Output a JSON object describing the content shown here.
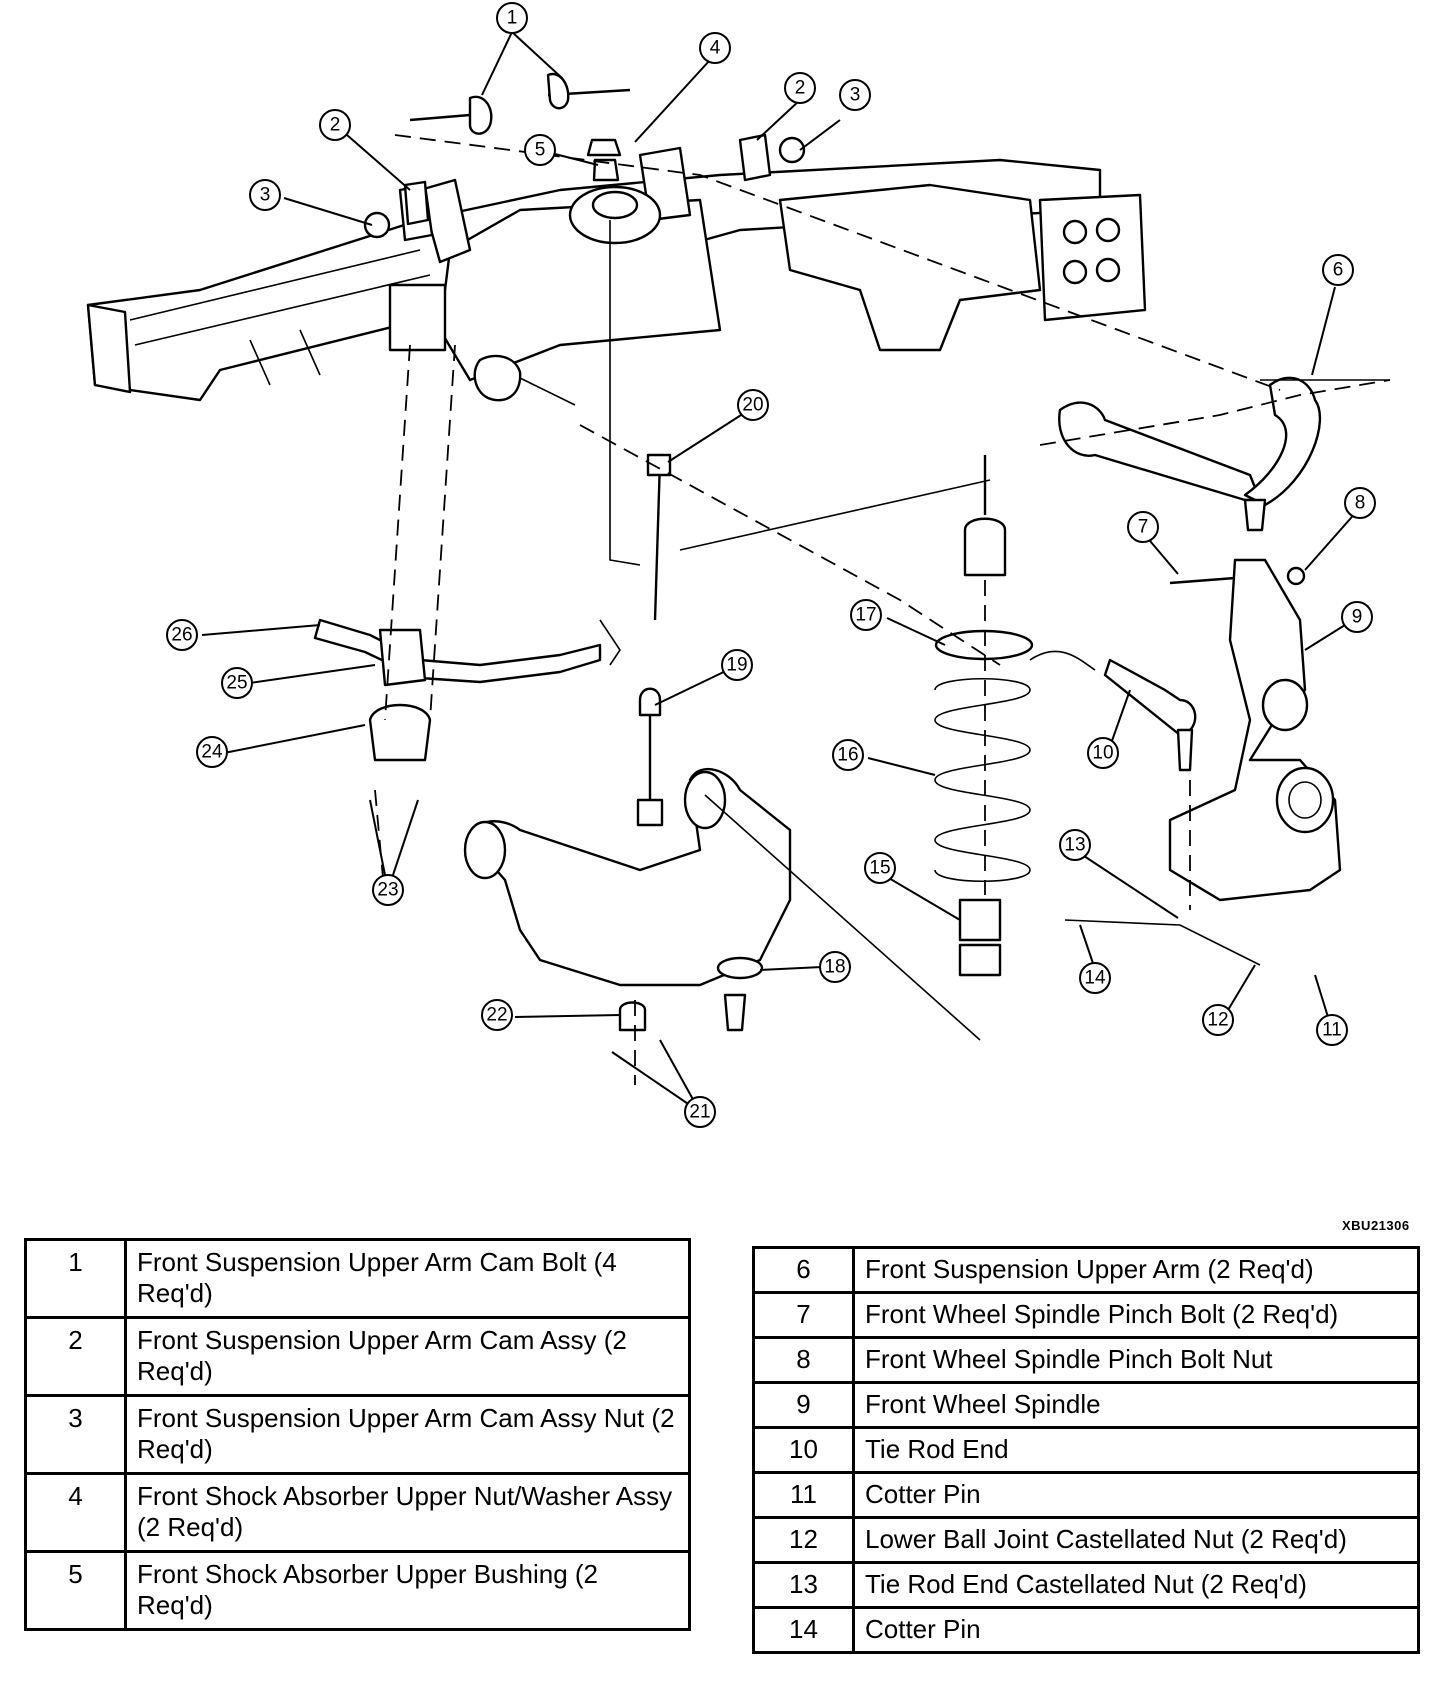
{
  "figure_code": "XBU21306",
  "callouts": [
    {
      "id": "1",
      "label": "1"
    },
    {
      "id": "2",
      "label": "2"
    },
    {
      "id": "3",
      "label": "3"
    },
    {
      "id": "4",
      "label": "4"
    },
    {
      "id": "5",
      "label": "5"
    },
    {
      "id": "6",
      "label": "6"
    },
    {
      "id": "7",
      "label": "7"
    },
    {
      "id": "8",
      "label": "8"
    },
    {
      "id": "9",
      "label": "9"
    },
    {
      "id": "10",
      "label": "10"
    },
    {
      "id": "11",
      "label": "11"
    },
    {
      "id": "12",
      "label": "12"
    },
    {
      "id": "13",
      "label": "13"
    },
    {
      "id": "14",
      "label": "14"
    },
    {
      "id": "15",
      "label": "15"
    },
    {
      "id": "16",
      "label": "16"
    },
    {
      "id": "17",
      "label": "17"
    },
    {
      "id": "18",
      "label": "18"
    },
    {
      "id": "19",
      "label": "19"
    },
    {
      "id": "20",
      "label": "20"
    },
    {
      "id": "21",
      "label": "21"
    },
    {
      "id": "22",
      "label": "22"
    },
    {
      "id": "23",
      "label": "23"
    },
    {
      "id": "24",
      "label": "24"
    },
    {
      "id": "25",
      "label": "25"
    },
    {
      "id": "26",
      "label": "26"
    }
  ],
  "legend_left": [
    {
      "number": "1",
      "description": "Front Suspension Upper Arm Cam Bolt (4 Req'd)"
    },
    {
      "number": "2",
      "description": "Front Suspension Upper Arm Cam Assy (2 Req'd)"
    },
    {
      "number": "3",
      "description": "Front Suspension Upper Arm Cam Assy Nut (2 Req'd)"
    },
    {
      "number": "4",
      "description": "Front Shock Absorber Upper Nut/Washer Assy (2 Req'd)"
    },
    {
      "number": "5",
      "description": "Front Shock Absorber Upper Bushing (2 Req'd)"
    }
  ],
  "legend_right": [
    {
      "number": "6",
      "description": "Front Suspension Upper Arm (2 Req'd)"
    },
    {
      "number": "7",
      "description": "Front Wheel Spindle Pinch Bolt (2 Req'd)"
    },
    {
      "number": "8",
      "description": "Front Wheel Spindle Pinch Bolt Nut"
    },
    {
      "number": "9",
      "description": "Front Wheel Spindle"
    },
    {
      "number": "10",
      "description": "Tie Rod End"
    },
    {
      "number": "11",
      "description": "Cotter Pin"
    },
    {
      "number": "12",
      "description": "Lower Ball Joint Castellated Nut (2 Req'd)"
    },
    {
      "number": "13",
      "description": "Tie Rod End Castellated Nut (2 Req'd)"
    },
    {
      "number": "14",
      "description": "Cotter Pin"
    }
  ]
}
